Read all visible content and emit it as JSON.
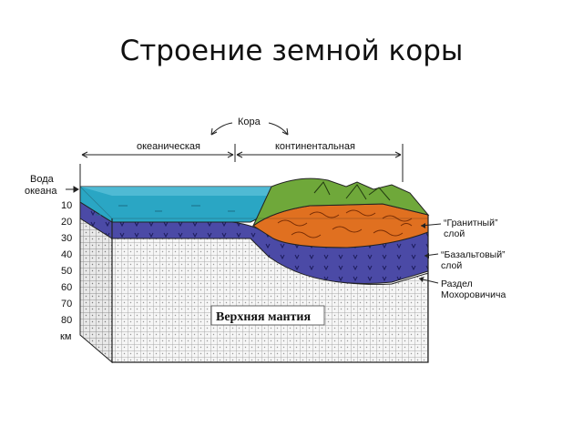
{
  "title": "Строение земной коры",
  "crust": {
    "label": "Кора",
    "oceanic": "океаническая",
    "continental": "континентальная"
  },
  "water_label": [
    "Вода",
    "океана"
  ],
  "depth_ticks": [
    "10",
    "20",
    "30",
    "40",
    "50",
    "60",
    "70",
    "80"
  ],
  "depth_unit": "км",
  "layers": {
    "granite": [
      "“Гранитный”",
      "слой"
    ],
    "basalt": [
      "“Базальтовый”",
      "слой"
    ],
    "moho": [
      "Раздел",
      "Мохоровичича"
    ]
  },
  "mantle_label": "Верхняя мантия",
  "colors": {
    "ocean": "#2aa6c4",
    "basalt": "#4a4aa8",
    "granite": "#e07020",
    "land": "#6fa83a",
    "mantle_grid": "#b8b8b8"
  }
}
